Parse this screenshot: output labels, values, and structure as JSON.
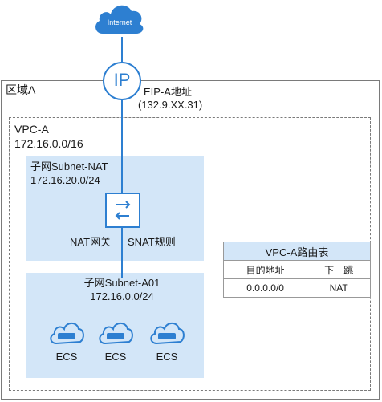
{
  "internet": {
    "label": "Internet"
  },
  "eip": {
    "glyph": "IP",
    "name": "EIP-A地址",
    "address": "(132.9.XX.31)"
  },
  "region": {
    "label": "区域A"
  },
  "vpc": {
    "name": "VPC-A",
    "cidr": "172.16.0.0/16"
  },
  "subnet_nat": {
    "name": "子网Subnet-NAT",
    "cidr": "172.16.20.0/24"
  },
  "nat_gateway": {
    "label": "NAT网关",
    "rule_label": "SNAT规则"
  },
  "subnet_a01": {
    "name": "子网Subnet-A01",
    "cidr": "172.16.0.0/24"
  },
  "ecs": [
    {
      "label": "ECS"
    },
    {
      "label": "ECS"
    },
    {
      "label": "ECS"
    }
  ],
  "route_table": {
    "title": "VPC-A路由表",
    "headers": [
      "目的地址",
      "下一跳"
    ],
    "rows": [
      [
        "0.0.0.0/0",
        "NAT"
      ]
    ]
  },
  "colors": {
    "accent": "#2d7fd1",
    "subnet_fill": "#d3e6f8",
    "border": "#7a7a7a"
  }
}
